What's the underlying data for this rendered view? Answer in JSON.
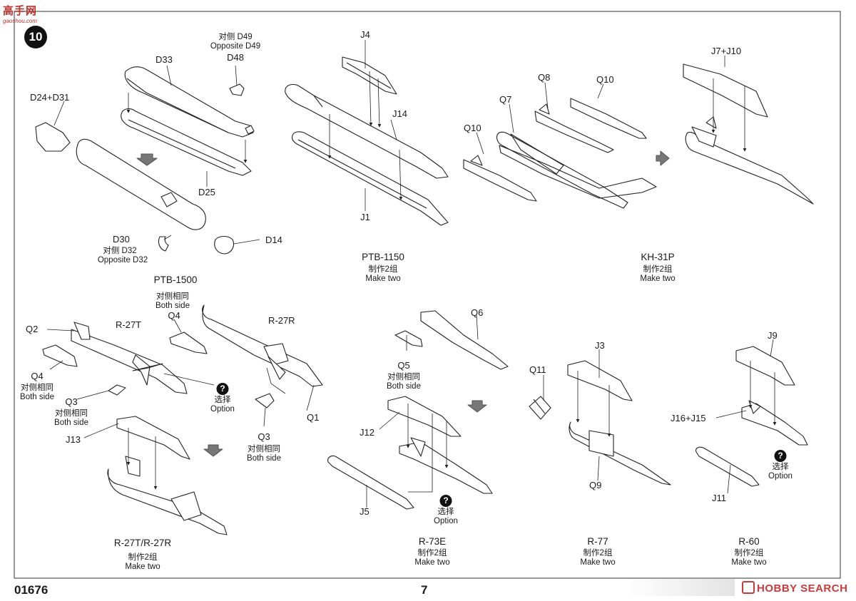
{
  "logo": {
    "text": "高手网",
    "sub": "gaoshou.com"
  },
  "step_number": "10",
  "footer": {
    "product_code": "01676",
    "page_number": "7",
    "watermark": "HOBBY SEARCH"
  },
  "labels": {
    "ptb1500": {
      "d24d31": "D24+D31",
      "d33": "D33",
      "d49_cn": "对侧 D49",
      "d49_en": "Opposite D49",
      "d48": "D48",
      "d25": "D25",
      "d30": "D30",
      "d32_cn": "对侧 D32",
      "d32_en": "Opposite D32",
      "d14": "D14",
      "title": "PTB-1500"
    },
    "ptb1150": {
      "j4": "J4",
      "j14": "J14",
      "j1": "J1",
      "title": "PTB-1150",
      "make_cn": "制作2组",
      "make_en": "Make two"
    },
    "kh31p": {
      "q10a": "Q10",
      "q7": "Q7",
      "q8": "Q8",
      "q10b": "Q10",
      "j7j10": "J7+J10",
      "title": "KH-31P",
      "make_cn": "制作2组",
      "make_en": "Make two"
    },
    "r27": {
      "both_cn": "对侧相同",
      "both_en": "Both side",
      "q4a": "Q4",
      "r27t": "R-27T",
      "r27r": "R-27R",
      "q2": "Q2",
      "q4b": "Q4",
      "q4b_cn": "对侧相同",
      "q4b_en": "Both side",
      "q3a": "Q3",
      "q3a_cn": "对侧相同",
      "q3a_en": "Both side",
      "opt_cn": "选择",
      "opt_en": "Option",
      "q1": "Q1",
      "q3b": "Q3",
      "q3b_cn": "对侧相同",
      "q3b_en": "Both side",
      "j13": "J13",
      "title": "R-27T/R-27R",
      "make_cn": "制作2组",
      "make_en": "Make two"
    },
    "r73": {
      "q6": "Q6",
      "q5": "Q5",
      "q5_cn": "对侧相同",
      "q5_en": "Both side",
      "j12": "J12",
      "j5": "J5",
      "opt_cn": "选择",
      "opt_en": "Option",
      "title": "R-73E",
      "make_cn": "制作2组",
      "make_en": "Make two"
    },
    "r77": {
      "q11": "Q11",
      "j3": "J3",
      "q9": "Q9",
      "title": "R-77",
      "make_cn": "制作2组",
      "make_en": "Make two"
    },
    "r60": {
      "j9": "J9",
      "j16j15": "J16+J15",
      "opt_cn": "选择",
      "opt_en": "Option",
      "j11": "J11",
      "title": "R-60",
      "make_cn": "制作2组",
      "make_en": "Make two"
    }
  },
  "option_marker": "?"
}
